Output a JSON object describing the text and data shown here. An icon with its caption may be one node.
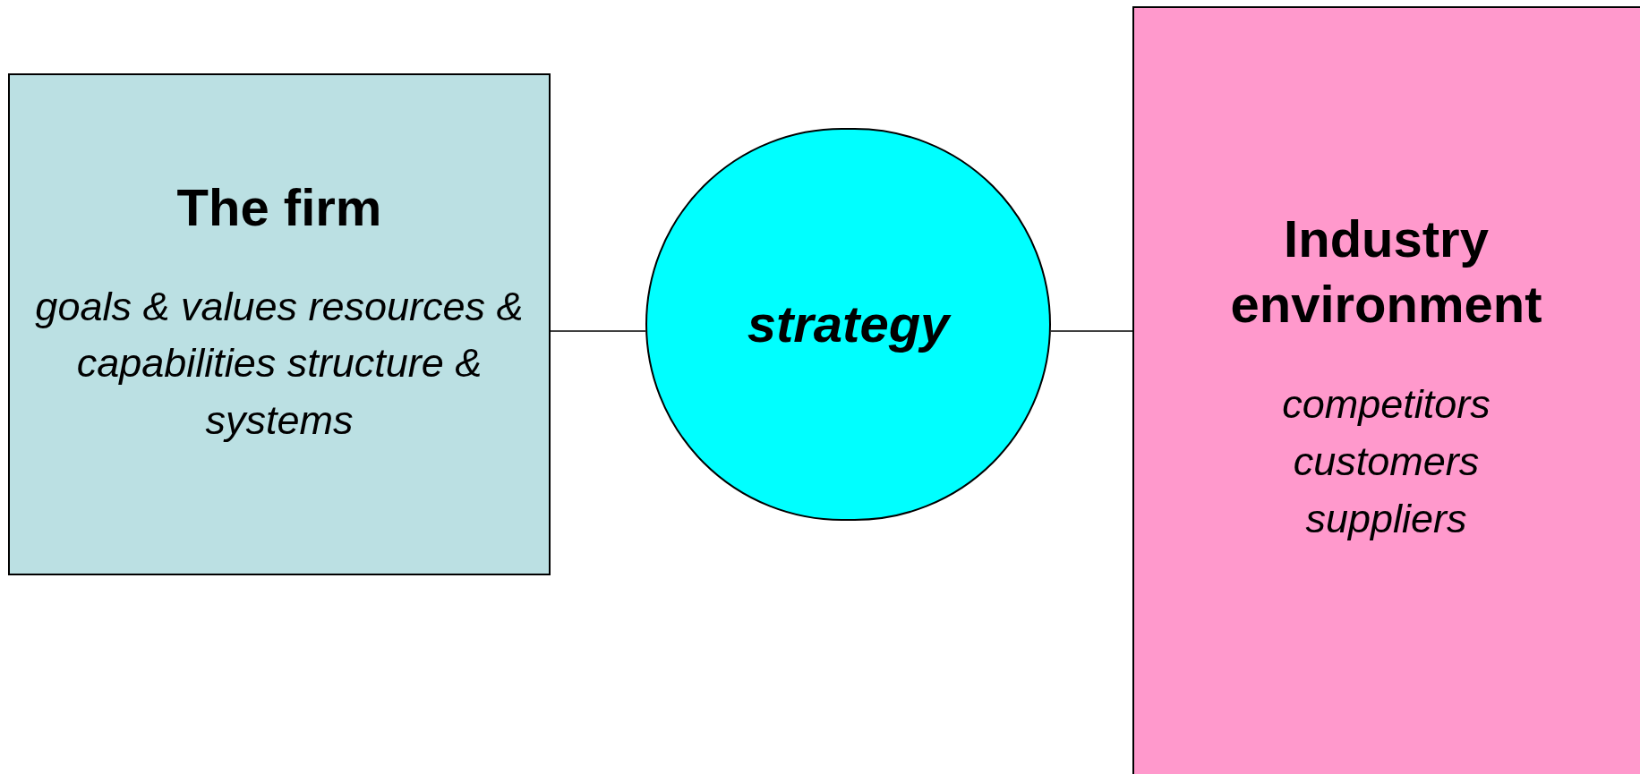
{
  "diagram": {
    "nodes": [
      {
        "text": [
          "The firm",
          "goals & values resources & capabilities structure & systems"
        ]
      },
      {
        "text": [
          "strategy"
        ]
      },
      {
        "text": [
          "Industry environment",
          "competitors customers suppliers"
        ]
      }
    ],
    "edges": [
      {
        "from": 0,
        "to": 1,
        "arrow": "none"
      },
      {
        "from": 1,
        "to": 2,
        "arrow": "none"
      }
    ]
  }
}
